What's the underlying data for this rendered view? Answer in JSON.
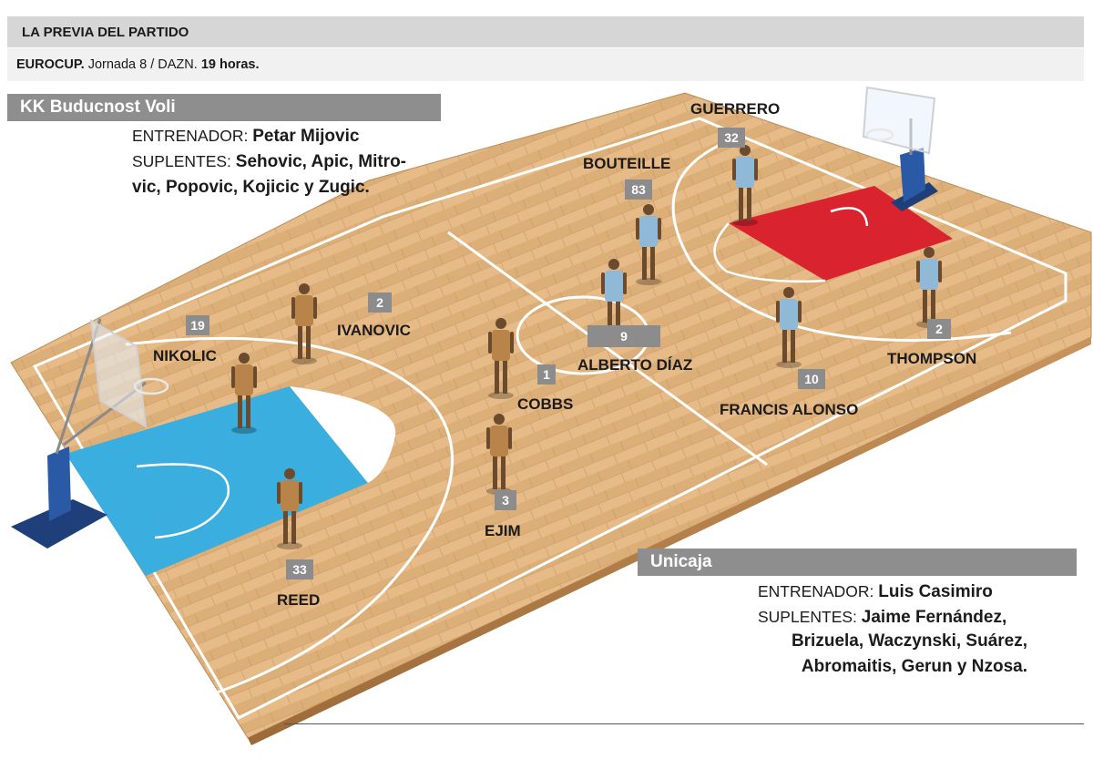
{
  "header": {
    "title": "LA PREVIA DEL PARTIDO",
    "competition": "EUROCUP.",
    "details": " Jornada 8 / DAZN. ",
    "time": "19 horas."
  },
  "home_team": {
    "name": "KK Buducnost Voli",
    "coach_label": "ENTRENADOR: ",
    "coach": "Petar Mijovic",
    "subs_label": "SUPLENTES: ",
    "subs_line1": "Sehovic,  Apic, Mitro-",
    "subs_line2": "vic, Popovic, Kojicic y Zugic."
  },
  "away_team": {
    "name": "Unicaja",
    "coach_label": "ENTRENADOR: ",
    "coach": "Luis Casimiro",
    "subs_label": "SUPLENTES: ",
    "subs_line1": "Jaime Fernández,",
    "subs_line2": "Brizuela, Waczynski, Suárez,",
    "subs_line3": "Abromaitis, Gerun y Nzosa."
  },
  "players": [
    {
      "number": "19",
      "name": "NIKOLIC",
      "team": "home"
    },
    {
      "number": "2",
      "name": "IVANOVIC",
      "team": "home"
    },
    {
      "number": "1",
      "name": "COBBS",
      "team": "home"
    },
    {
      "number": "3",
      "name": "EJIM",
      "team": "home"
    },
    {
      "number": "33",
      "name": "REED",
      "team": "home"
    },
    {
      "number": "32",
      "name": "GUERRERO",
      "team": "away"
    },
    {
      "number": "83",
      "name": "BOUTEILLE",
      "team": "away"
    },
    {
      "number": "9",
      "name": "ALBERTO DÍAZ",
      "team": "away"
    },
    {
      "number": "10",
      "name": "FRANCIS ALONSO",
      "team": "away"
    },
    {
      "number": "2",
      "name": "THOMPSON",
      "team": "away"
    }
  ],
  "colors": {
    "home_paint": "#3aaedf",
    "away_paint": "#d9232f",
    "home_jersey": "#b8844a",
    "away_jersey": "#8fb9d6",
    "wood": "#e3b784",
    "label_bg": "#8c8c8c"
  }
}
